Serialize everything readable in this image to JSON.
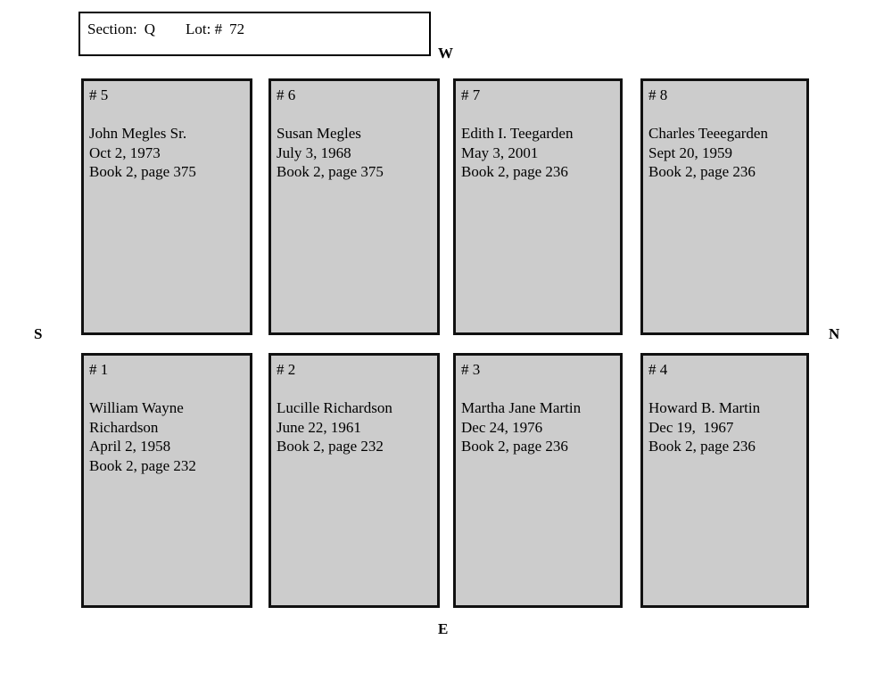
{
  "header": {
    "section_label": "Section:",
    "section_value": "Q",
    "lot_label": "Lot: #",
    "lot_value": "72"
  },
  "compass": {
    "west": "W",
    "north": "N",
    "south": "S",
    "east": "E"
  },
  "colors": {
    "plot_fill": "#cccccc",
    "plot_border": "#111111",
    "page_background": "#ffffff",
    "text": "#000000"
  },
  "plots": [
    {
      "number": "# 5",
      "row": "top",
      "column": 1,
      "lines": [
        "John Megles Sr.",
        "Oct 2, 1973",
        "Book 2, page 375"
      ]
    },
    {
      "number": "# 6",
      "row": "top",
      "column": 2,
      "lines": [
        "Susan Megles",
        "July 3, 1968",
        "Book 2, page 375"
      ]
    },
    {
      "number": "# 7",
      "row": "top",
      "column": 3,
      "lines": [
        "Edith I. Teegarden",
        "May 3, 2001",
        "Book 2, page 236"
      ]
    },
    {
      "number": "# 8",
      "row": "top",
      "column": 4,
      "lines": [
        "Charles Teeegarden",
        "Sept 20, 1959",
        "Book 2, page 236"
      ]
    },
    {
      "number": "# 1",
      "row": "bottom",
      "column": 1,
      "lines": [
        "William Wayne",
        "Richardson",
        "April 2, 1958",
        "Book 2, page 232"
      ]
    },
    {
      "number": "# 2",
      "row": "bottom",
      "column": 2,
      "lines": [
        "Lucille Richardson",
        "June 22, 1961",
        "Book 2, page 232"
      ]
    },
    {
      "number": "# 3",
      "row": "bottom",
      "column": 3,
      "lines": [
        "Martha Jane Martin",
        "Dec 24, 1976",
        "Book 2, page 236"
      ]
    },
    {
      "number": "# 4",
      "row": "bottom",
      "column": 4,
      "lines": [
        "Howard B. Martin",
        "Dec 19,  1967",
        "Book 2, page 236"
      ]
    }
  ]
}
